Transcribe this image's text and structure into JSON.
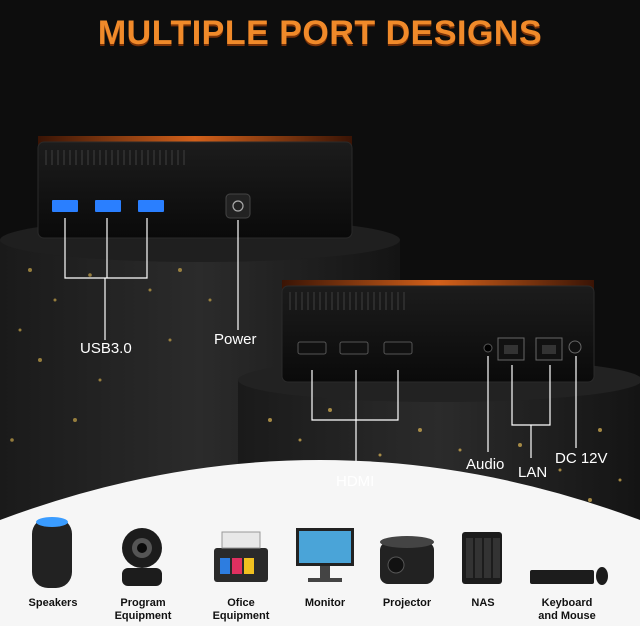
{
  "title": "MULTIPLE PORT DESIGNS",
  "ports": {
    "usb": "USB3.0",
    "power": "Power",
    "hdmi": "HDMI",
    "audio": "Audio",
    "lan": "LAN",
    "dc": "DC 12V"
  },
  "devices": [
    {
      "name": "speakers-icon",
      "line1": "Speakers",
      "line2": ""
    },
    {
      "name": "camera-icon",
      "line1": "Program",
      "line2": "Equipment"
    },
    {
      "name": "printer-icon",
      "line1": "Ofice",
      "line2": "Equipment"
    },
    {
      "name": "monitor-icon",
      "line1": "Monitor",
      "line2": ""
    },
    {
      "name": "projector-icon",
      "line1": "Projector",
      "line2": ""
    },
    {
      "name": "nas-icon",
      "line1": "NAS",
      "line2": ""
    },
    {
      "name": "keyboard-mouse-icon",
      "line1": "Keyboard",
      "line2": "and Mouse"
    }
  ],
  "colors": {
    "title": "#f08a2a",
    "usb_port": "#2a7fff",
    "background": "#0d0d0d"
  }
}
